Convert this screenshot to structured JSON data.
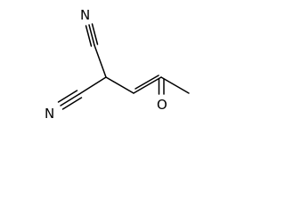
{
  "atoms": {
    "n_top": "N",
    "c_top": "C",
    "n_bottom": "N",
    "c_bottom": "C",
    "o_ketone": "O"
  },
  "colors": {
    "bond": "#000000",
    "label": "#000000",
    "background": "#ffffff"
  }
}
